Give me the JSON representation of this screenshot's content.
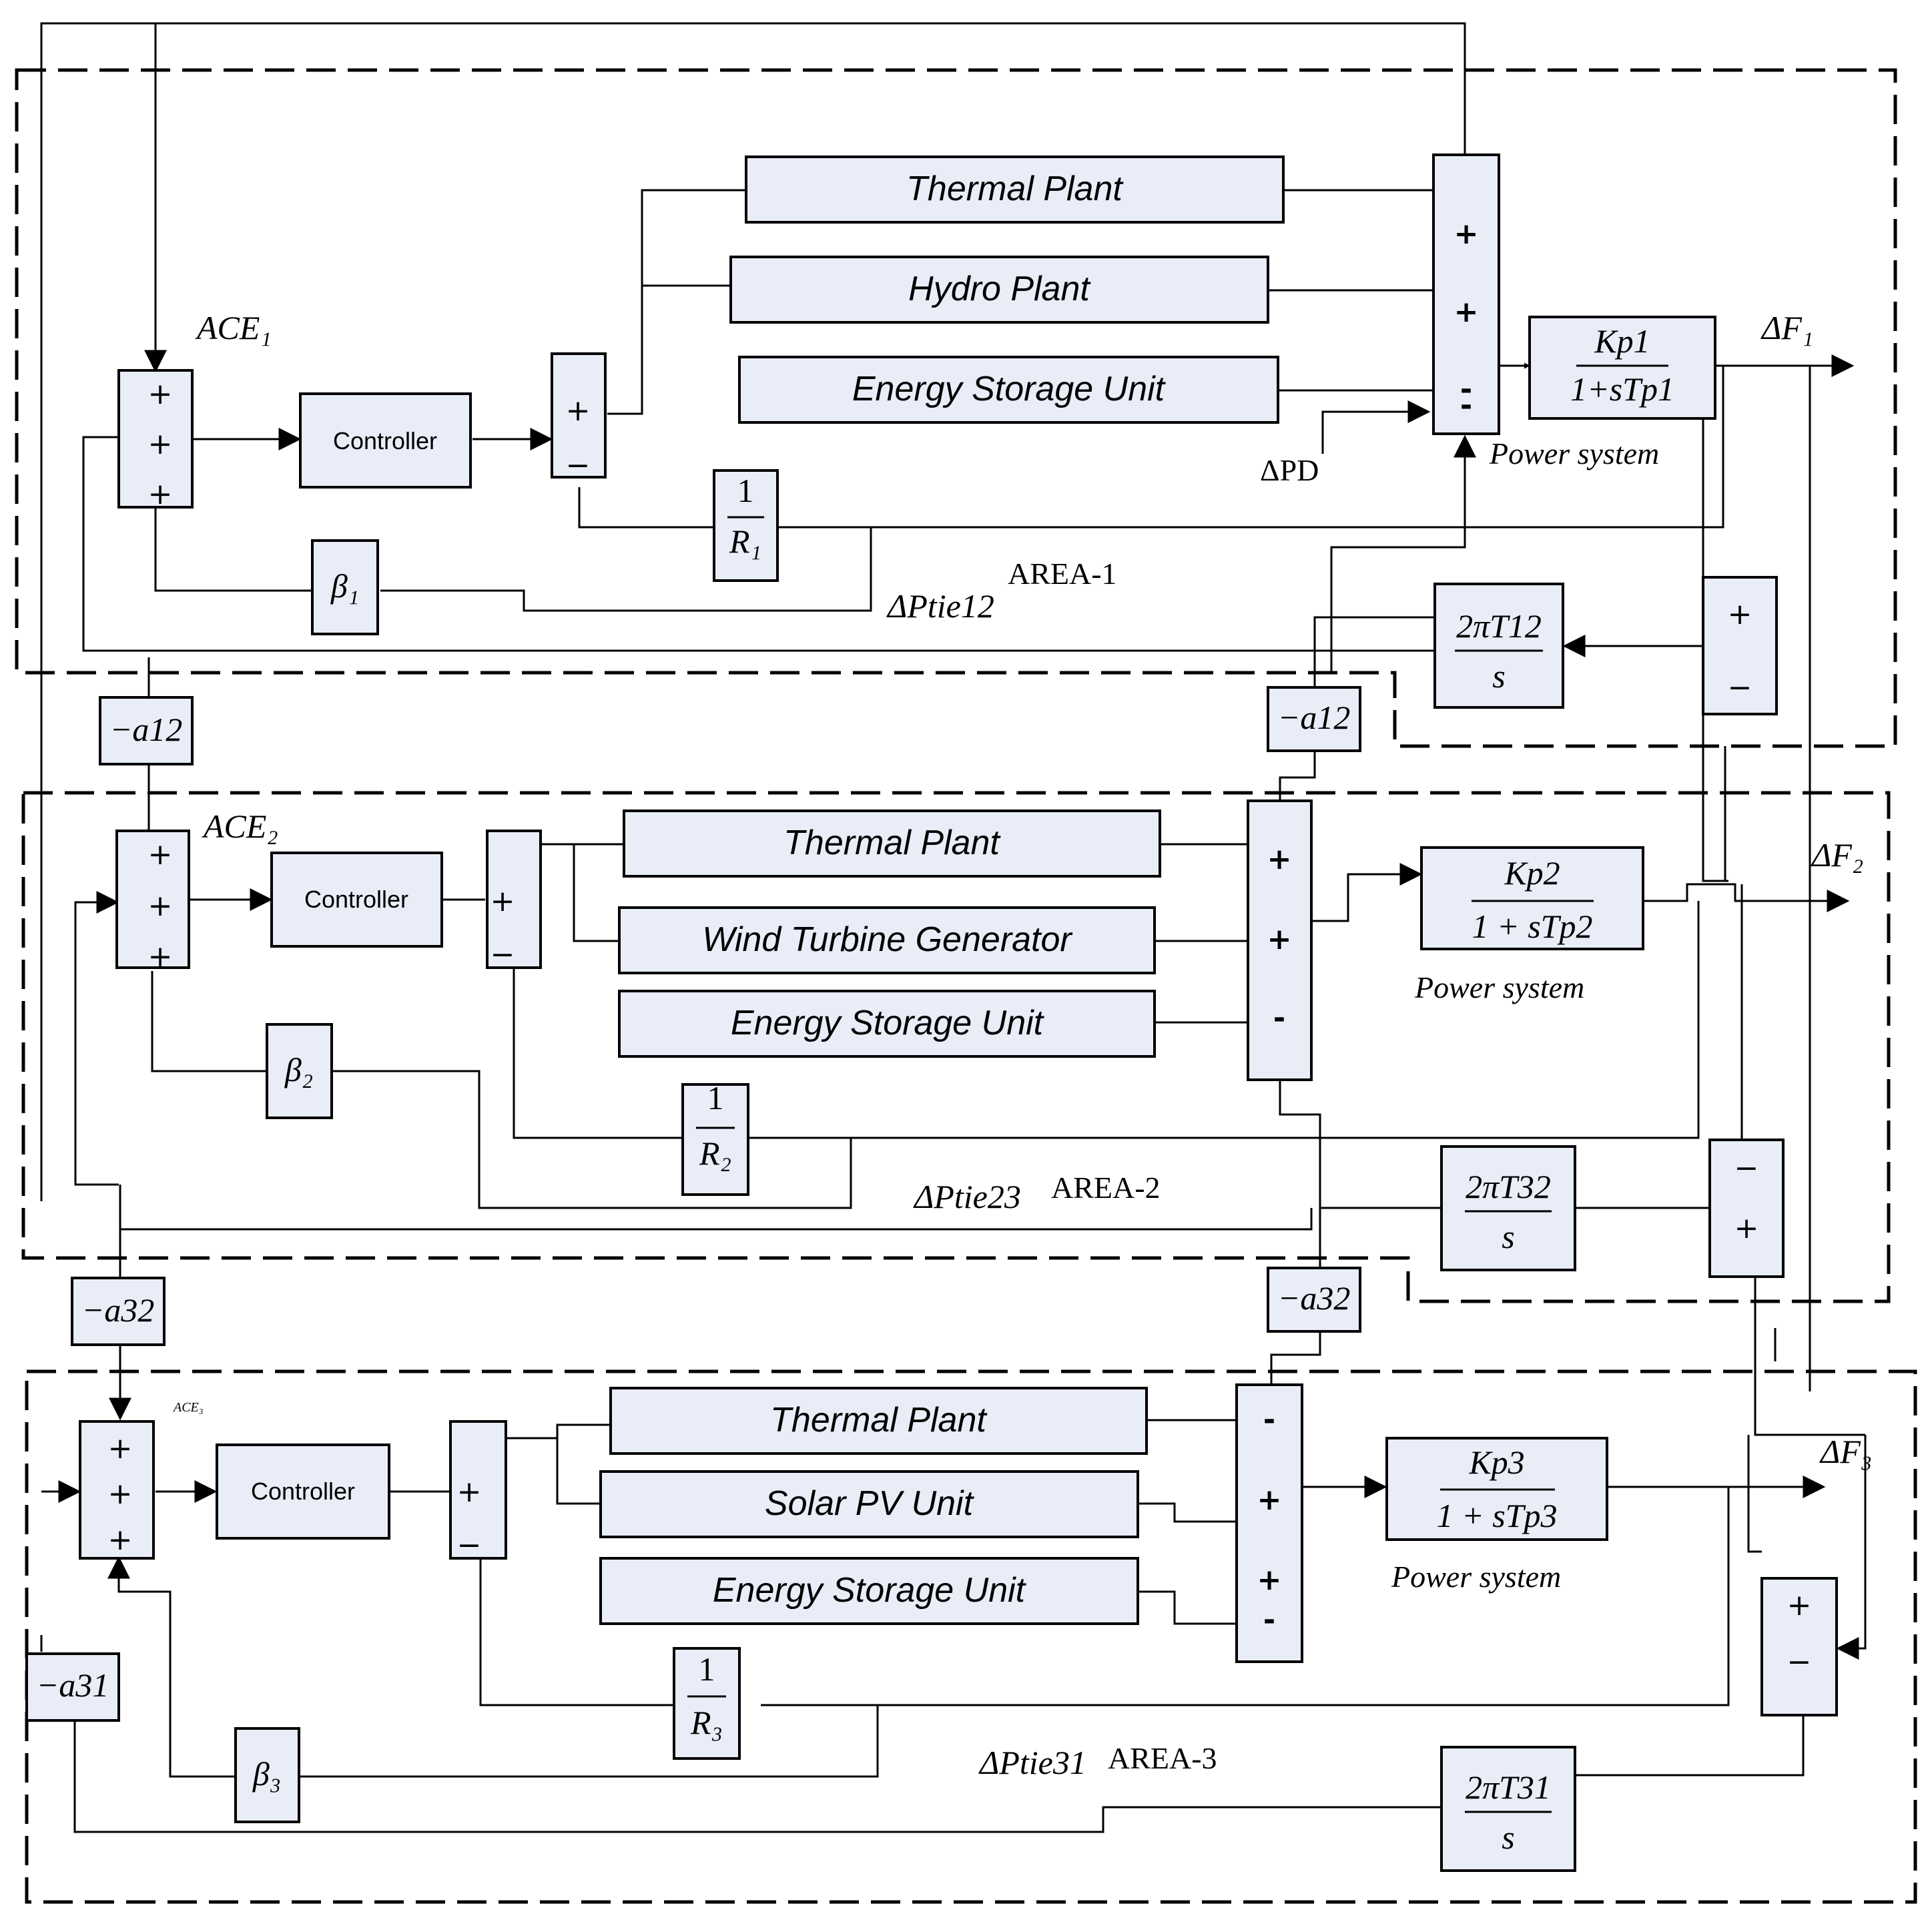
{
  "areas": [
    {
      "id": "area1",
      "label": "AREA-1",
      "ace": "ACE₁",
      "plants": [
        "Thermal Plant",
        "Hydro Plant",
        "Energy Storage Unit"
      ],
      "controller": "Controller",
      "gain": {
        "num": "1",
        "den": "R₁"
      },
      "bias": "β₁",
      "power_system": {
        "num": "Kp1",
        "den": "1+sTp1",
        "label": "Power system"
      },
      "freq_dev": "ΔF₁",
      "tie_flow": "ΔPtie12",
      "tie_block": {
        "num": "2πT12",
        "den": "s"
      },
      "load_dist": "ΔPD",
      "coupling": [
        "−a12",
        "−a12"
      ]
    },
    {
      "id": "area2",
      "label": "AREA-2",
      "ace": "ACE₂",
      "plants": [
        "Thermal Plant",
        "Wind Turbine Generator",
        "Energy Storage Unit"
      ],
      "controller": "Controller",
      "gain": {
        "num": "1",
        "den": "R₂"
      },
      "bias": "β₂",
      "power_system": {
        "num": "Kp2",
        "den": "1 + sTp2",
        "label": "Power system"
      },
      "freq_dev": "ΔF₂",
      "tie_flow": "ΔPtie23",
      "tie_block": {
        "num": "2πT32",
        "den": "s"
      },
      "coupling": [
        "−a32",
        "−a32"
      ]
    },
    {
      "id": "area3",
      "label": "AREA-3",
      "ace": "ACE₃",
      "plants": [
        "Thermal Plant",
        "Solar PV Unit",
        "Energy Storage Unit"
      ],
      "controller": "Controller",
      "gain": {
        "num": "1",
        "den": "R₃"
      },
      "bias": "β₃",
      "power_system": {
        "num": "Kp3",
        "den": "1 + sTp3",
        "label": "Power system"
      },
      "freq_dev": "ΔF₃",
      "tie_flow": "ΔPtie31",
      "tie_block": {
        "num": "2πT31",
        "den": "s"
      },
      "coupling": [
        "−a31"
      ]
    }
  ],
  "signs": {
    "plus": "+",
    "minus": "−",
    "dash": "-"
  }
}
